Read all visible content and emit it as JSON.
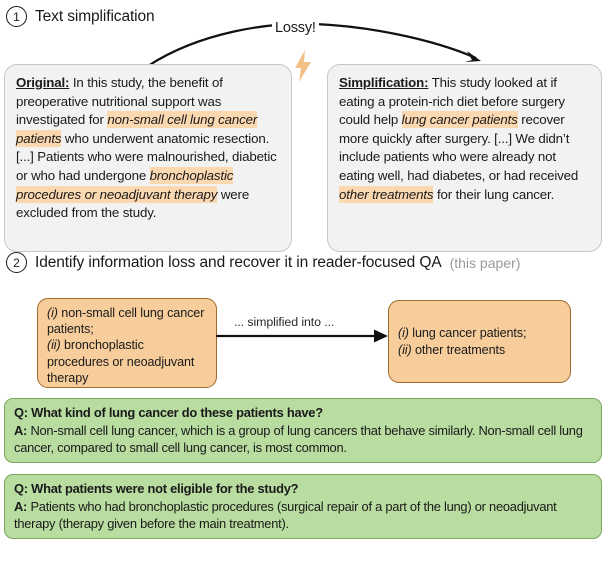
{
  "step1": {
    "number": "1",
    "title": "Text simplification",
    "arrow_label": "Lossy!",
    "bolt_icon": "lightning-bolt-icon",
    "original": {
      "label": "Original:",
      "text_1": " In this study, the benefit of preoperative nutritional support was investigated for ",
      "highlight_1": "non-small cell lung cancer patients",
      "text_2": " who underwent anatomic resection. [...] Patients who were malnourished, diabetic or who had undergone ",
      "highlight_2": "bronchoplastic procedures or neoadjuvant therapy",
      "text_3": " were excluded from the study."
    },
    "simplification": {
      "label": "Simplification:",
      "text_1": " This study looked at if eating a protein-rich diet before surgery could help ",
      "highlight_1": "lung cancer patients",
      "text_2": " recover more quickly after surgery. [...] We didn’t include patients who were already not eating well, had diabetes, or had received ",
      "highlight_2": "other treatments",
      "text_3": " for their lung cancer."
    }
  },
  "step2": {
    "number": "2",
    "title": "Identify information loss and recover it in reader-focused QA",
    "note": "(this paper)",
    "loss_box": {
      "item_1_marker": "(i)",
      "item_1_text": " non-small cell lung cancer patients;",
      "item_2_marker": "(ii)",
      "item_2_text": " bronchoplastic procedures or neoadjuvant therapy"
    },
    "arrow_label": "... simplified into ...",
    "simplified_box": {
      "item_1_marker": "(i)",
      "item_1_text": " lung cancer patients;",
      "item_2_marker": "(ii)",
      "item_2_text": " other treatments"
    },
    "qa": [
      {
        "q_prefix": "Q:",
        "question": " What kind of lung cancer do these patients have?",
        "a_prefix": "A:",
        "answer": " Non-small cell lung cancer, which is a group of lung cancers that behave similarly. Non-small cell lung cancer, compared to small cell lung cancer, is most common."
      },
      {
        "q_prefix": "Q:",
        "question": " What patients were not eligible for the study?",
        "a_prefix": "A:",
        "answer": " Patients who had bronchoplastic procedures (surgical repair of a part of the lung) or neoadjuvant therapy (therapy given before the main treatment)."
      }
    ]
  },
  "colors": {
    "highlight": "#fbd8b0",
    "orange_fill": "#f8cd9c",
    "orange_border": "#a06a2c",
    "green_fill": "#b9dda1",
    "green_border": "#7ba85e",
    "card_fill": "#f2f2f2",
    "card_border": "#c8c8c8"
  }
}
